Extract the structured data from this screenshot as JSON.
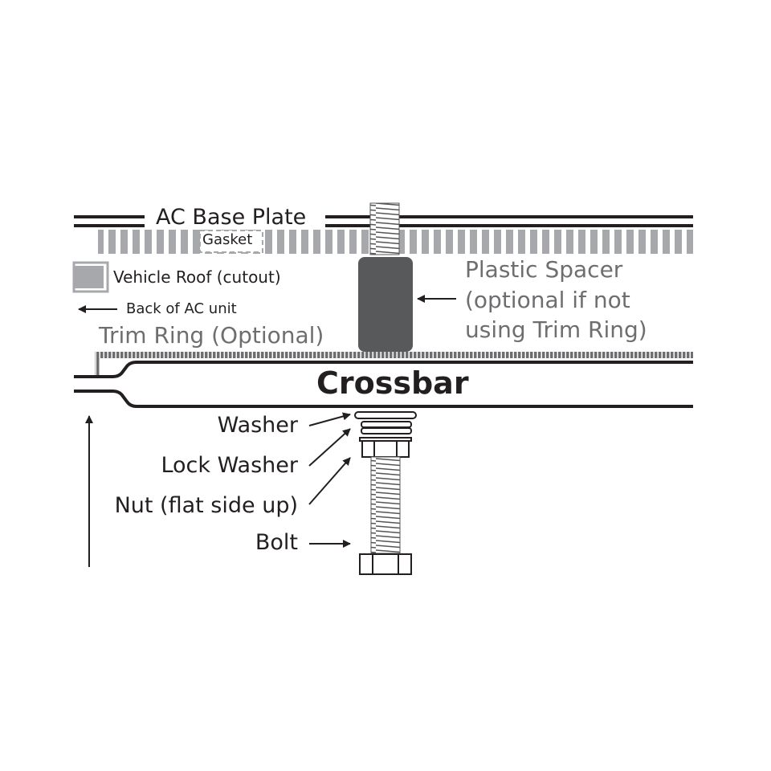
{
  "diagram": {
    "labels": {
      "ac_base_plate": "AC Base Plate",
      "gasket": "Gasket",
      "vehicle_roof": "Vehicle Roof (cutout)",
      "back_of_ac": "Back of AC unit",
      "trim_ring": "Trim Ring (Optional)",
      "plastic_spacer_1": "Plastic Spacer",
      "plastic_spacer_2": "(optional if not",
      "plastic_spacer_3": "using Trim Ring)",
      "crossbar": "Crossbar",
      "washer": "Washer",
      "lock_washer": "Lock Washer",
      "nut": "Nut (flat side up)",
      "bolt": "Bolt"
    },
    "colors": {
      "line": "#231f20",
      "gasket": "#a6a8ab",
      "spacer": "#58595b",
      "gray_text": "#6d6e70",
      "roof": "#a6a8ab"
    }
  }
}
